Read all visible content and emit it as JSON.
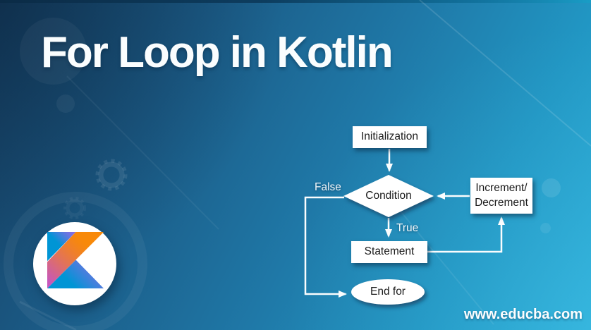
{
  "title": "For Loop in Kotlin",
  "watermark": "www.educba.com",
  "flowchart": {
    "node_init": "Initialization",
    "node_condition": "Condition",
    "node_statement": "Statement",
    "node_incdec_line1": "Increment/",
    "node_incdec_line2": "Decrement",
    "node_end": "End for",
    "label_false": "False",
    "label_true": "True"
  },
  "logo": {
    "name": "Kotlin",
    "colors": {
      "blue": "#0095D5",
      "purple": "#806EE3",
      "pink": "#C757BC",
      "orange": "#F88909"
    }
  },
  "theme": {
    "bg_dark": "#163e61",
    "bg_light": "#2cb0da",
    "top_line": "#0b2b46",
    "shape_fill": "#ffffff",
    "connector": "#fbfdfe",
    "text_dark": "#1b1b1b",
    "text_light": "#ffffff"
  }
}
